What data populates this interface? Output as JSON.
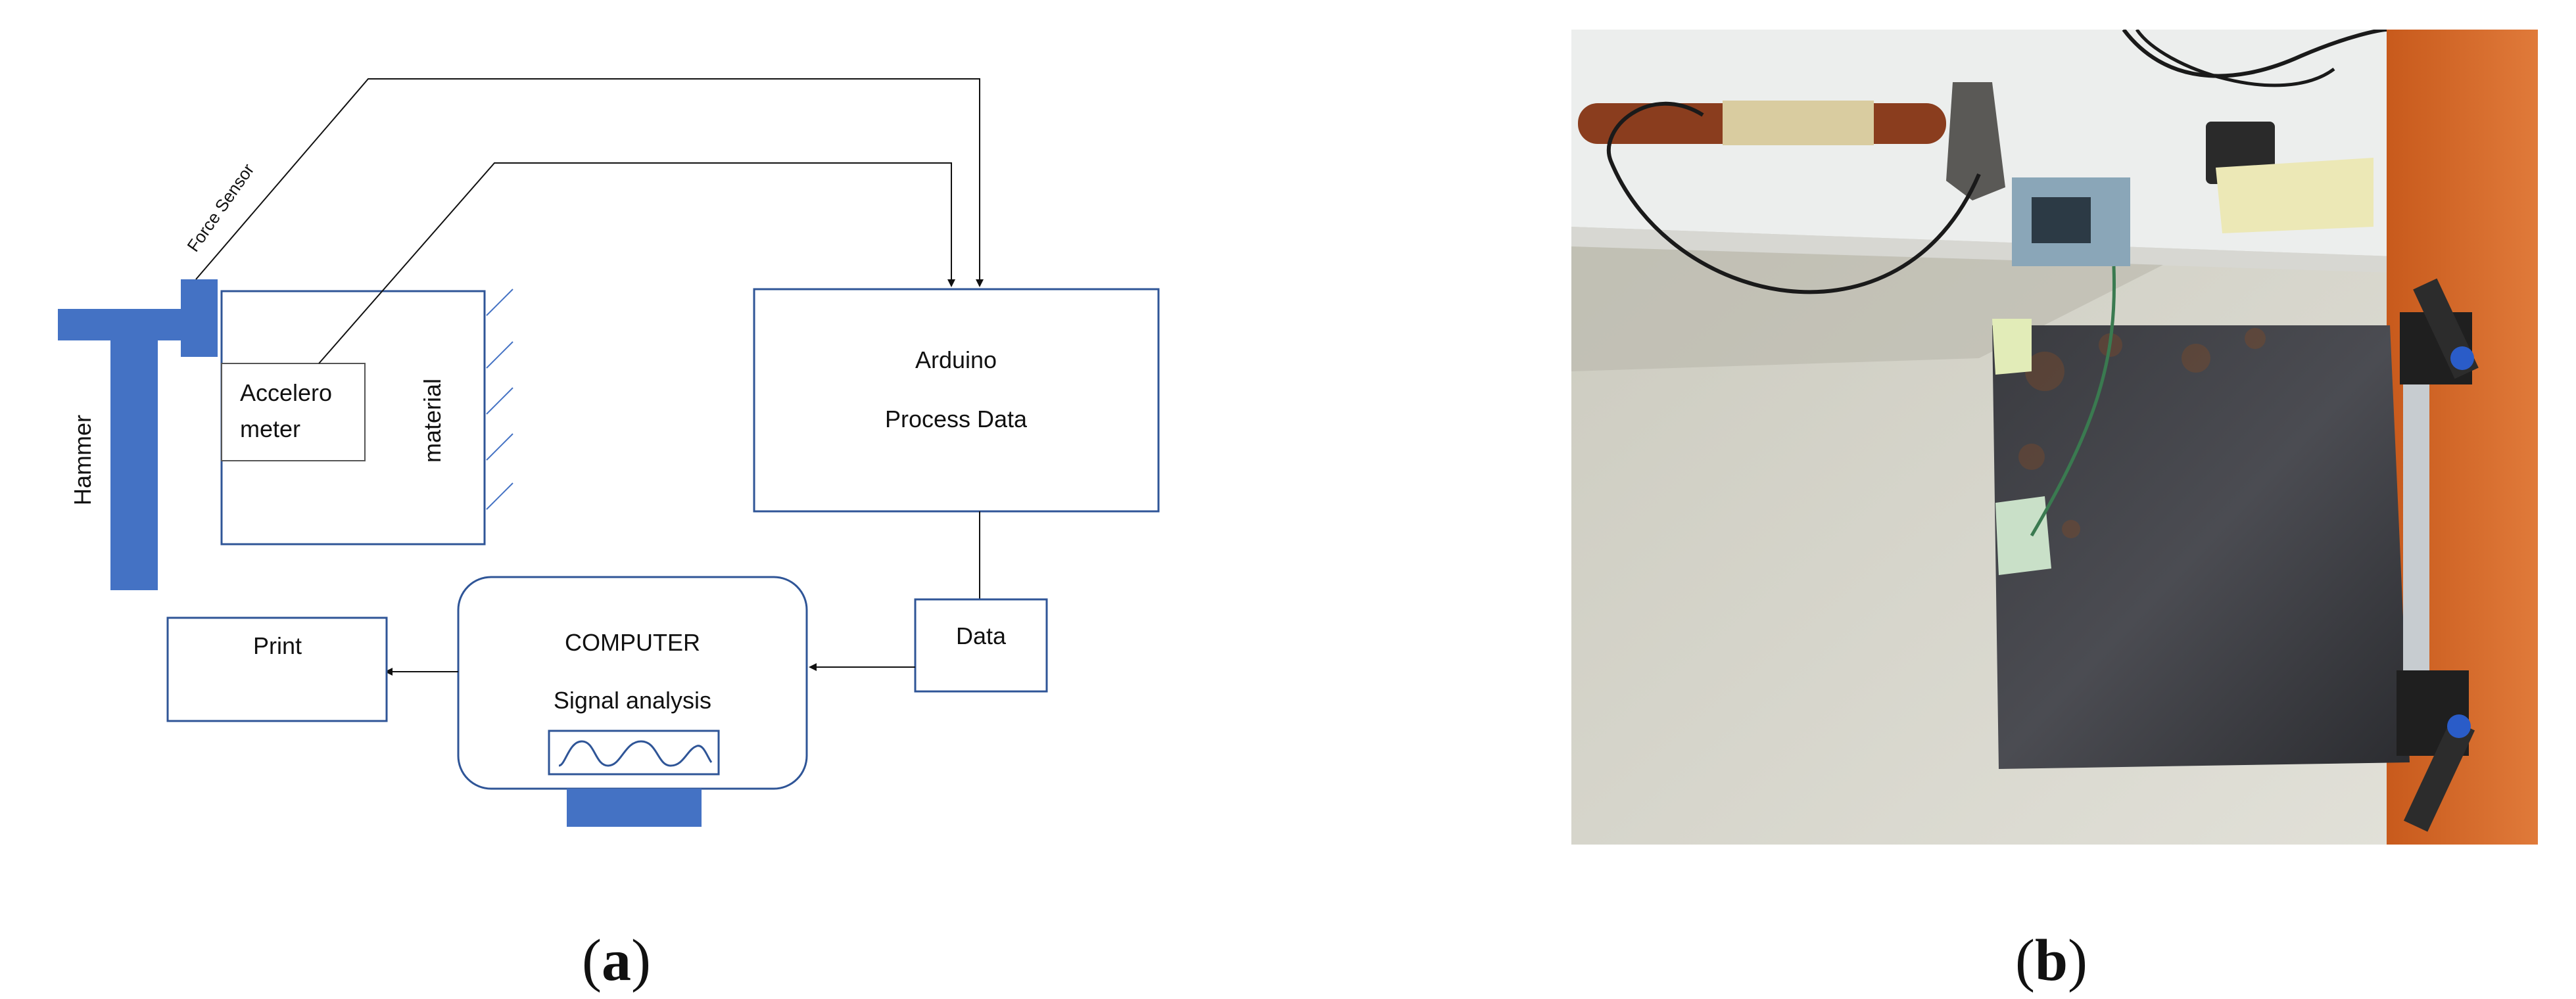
{
  "panel_a": {
    "labels": {
      "force_sensor": "Force Sensor",
      "hammer": "Hammer",
      "accelerometer_line1": "Accelero",
      "accelerometer_line2": "meter",
      "material": "material",
      "arduino": "Arduino",
      "process_data": "Process Data",
      "data": "Data",
      "computer": "COMPUTER",
      "signal_analysis": "Signal analysis",
      "print": "Print"
    },
    "colors": {
      "hammer_blue": "#4472C4",
      "box_outline": "#2F5597",
      "line": "#111111"
    }
  },
  "captions": {
    "a_open": "(",
    "a_letter": "a",
    "a_close": ")",
    "b_open": "(",
    "b_letter": "b",
    "b_close": ")"
  },
  "panel_b": {
    "image_description_icon": "photo-experimental-setup"
  }
}
